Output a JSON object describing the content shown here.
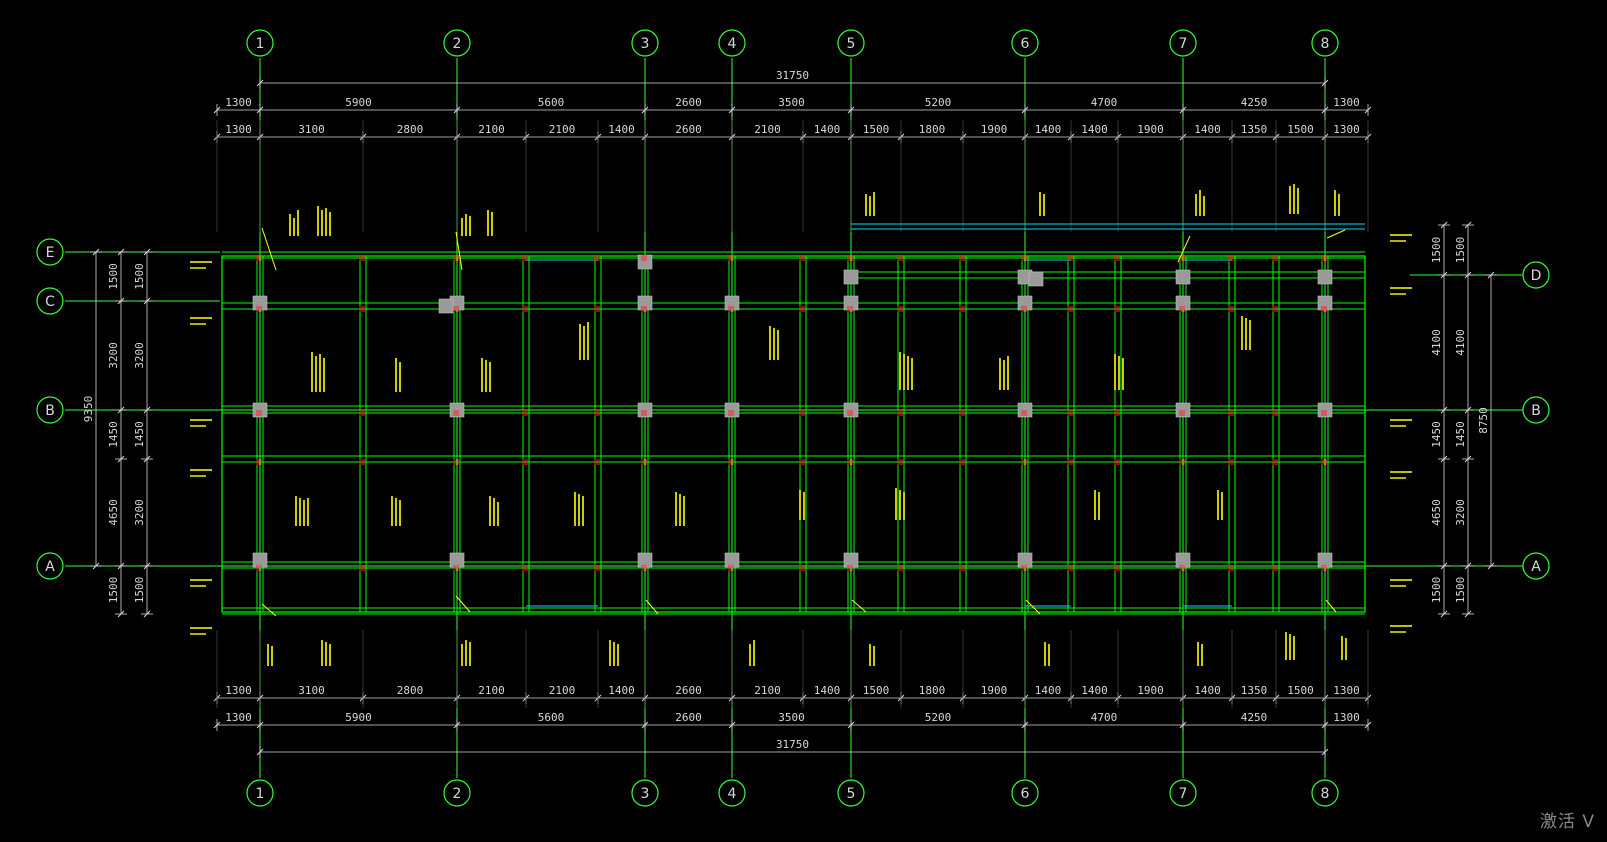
{
  "colors": {
    "background": "#000000",
    "axis": "#33ff33",
    "dimension": "#d8d8d8",
    "beam": "#00ff00",
    "beam_alt": "#00d8ff",
    "column": "#9a9a9a",
    "annotation": "#ffff00",
    "rebar_tick": "#ff2222"
  },
  "grid_vertical": [
    {
      "label": "1"
    },
    {
      "label": "2"
    },
    {
      "label": "3"
    },
    {
      "label": "4"
    },
    {
      "label": "5"
    },
    {
      "label": "6"
    },
    {
      "label": "7"
    },
    {
      "label": "8"
    }
  ],
  "grid_left": [
    {
      "label": "E"
    },
    {
      "label": "C"
    },
    {
      "label": "B"
    },
    {
      "label": "A"
    }
  ],
  "grid_right": [
    {
      "label": "D"
    },
    {
      "label": "B"
    },
    {
      "label": "A"
    }
  ],
  "dims_top": {
    "overall": "31750",
    "mid_row": [
      "1300",
      "5900",
      "5600",
      "2600",
      "3500",
      "5200",
      "4700",
      "4250",
      "1300"
    ],
    "detail_row": [
      "1300",
      "3100",
      "2800",
      "2100",
      "2100",
      "1400",
      "2600",
      "2100",
      "1400",
      "1500",
      "1800",
      "1900",
      "1400",
      "1400",
      "1900",
      "1400",
      "1350",
      "1500",
      "1300"
    ]
  },
  "dims_bottom": {
    "overall": "31750",
    "mid_row": [
      "1300",
      "5900",
      "5600",
      "2600",
      "3500",
      "5200",
      "4700",
      "4250",
      "1300"
    ],
    "detail_row": [
      "1300",
      "3100",
      "2800",
      "2100",
      "2100",
      "1400",
      "2600",
      "2100",
      "1400",
      "1500",
      "1800",
      "1900",
      "1400",
      "1400",
      "1900",
      "1400",
      "1350",
      "1500",
      "1300"
    ]
  },
  "dims_left": {
    "overall": "9350",
    "outer": [
      "1500",
      "3200",
      "1450",
      "4650",
      "1500"
    ],
    "inner": [
      "1500",
      "3200",
      "1450",
      "3200",
      "1500"
    ]
  },
  "dims_right": {
    "overall": "8750",
    "outer": [
      "1500",
      "4100",
      "1450",
      "4650",
      "1500"
    ],
    "inner": [
      "1500",
      "4100",
      "1450",
      "3200",
      "1500"
    ]
  },
  "watermark": "激活 V"
}
